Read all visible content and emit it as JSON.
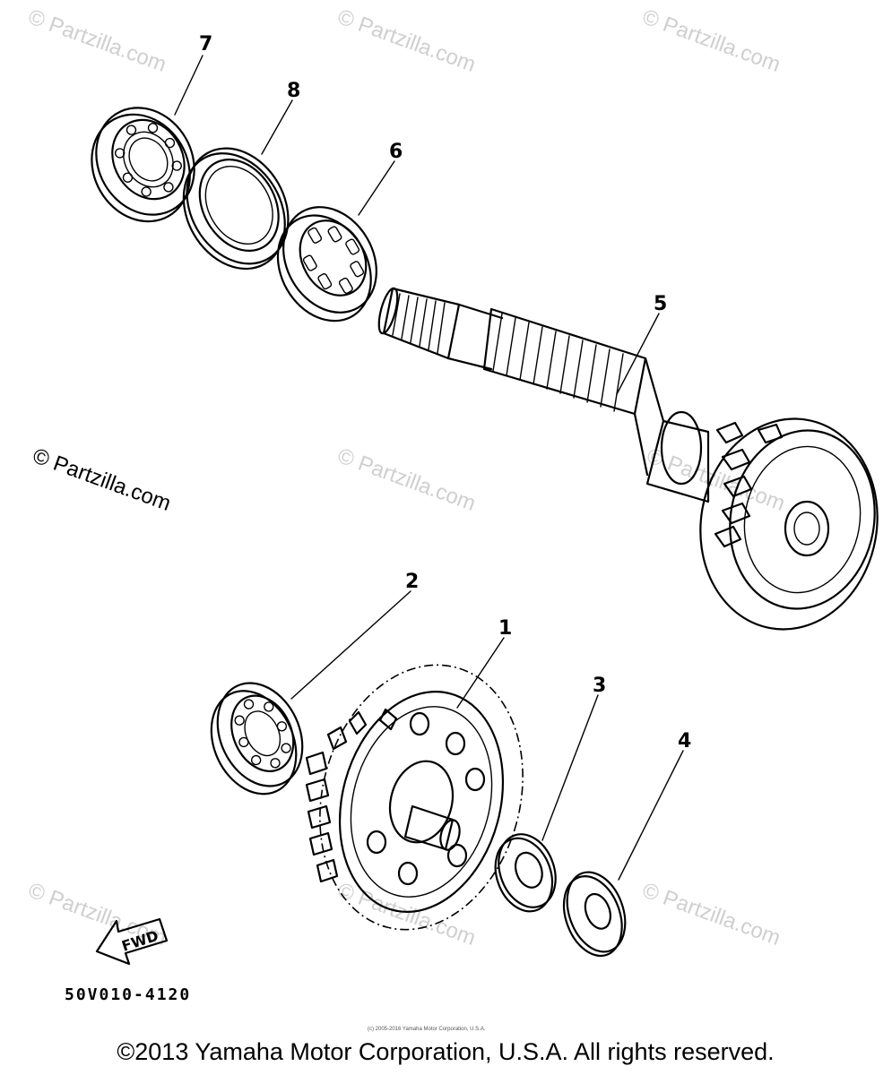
{
  "watermark": {
    "text": "© Partzilla.com"
  },
  "callouts": {
    "c1": "1",
    "c2": "2",
    "c3": "3",
    "c4": "4",
    "c5": "5",
    "c6": "6",
    "c7": "7",
    "c8": "8"
  },
  "fwd_label": "FWD",
  "diagram_code": "50V010-4120",
  "small_copyright": "(c) 2005-2016 Yamaha Motor Corporation, U.S.A.",
  "footer_copyright": "©2013 Yamaha Motor Corporation, U.S.A. All rights reserved."
}
